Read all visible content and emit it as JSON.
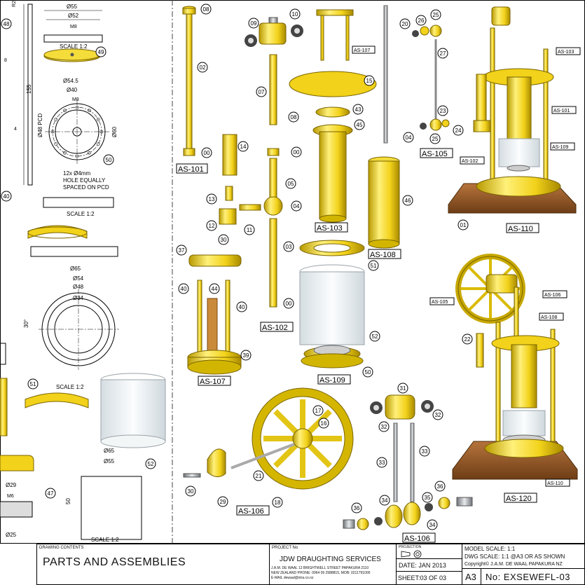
{
  "dims": {
    "d55_top": "Ø55",
    "d52_top": "Ø52",
    "m8_top": "M8",
    "scale_1": "SCALE 1:2",
    "d545": "Ø54.5",
    "d40_a": "Ø40",
    "m8_b": "M8",
    "d48pcd": "Ø48 PCD",
    "d60": "Ø60",
    "hole_note_1": "12x Ø4mm",
    "hole_note_2": "HOLE EQUALLY",
    "hole_note_3": "SPACED ON PCD",
    "scale_2": "SCALE 1:2",
    "d65_a": "Ø65",
    "d54": "Ø54",
    "d48": "Ø48",
    "d34": "Ø34",
    "ang30": "30°",
    "scale_3": "SCALE 1:2",
    "d65_b": "Ø65",
    "d55_b": "Ø55",
    "dim50": "50",
    "d29": "Ø29",
    "m6": "M6",
    "d25": "Ø25",
    "scale_4": "SCALE 1:2",
    "v155": "155",
    "v8": "8",
    "v4": "4",
    "r2": "R2"
  },
  "balloons": [
    "48",
    "49",
    "50",
    "40",
    "51",
    "47",
    "52",
    "08",
    "02",
    "00",
    "09",
    "10",
    "07",
    "08",
    "14",
    "13",
    "12",
    "00",
    "05",
    "04",
    "11",
    "03",
    "00",
    "37",
    "30",
    "40",
    "44",
    "40",
    "39",
    "15",
    "43",
    "45",
    "46",
    "51",
    "52",
    "50",
    "20",
    "26",
    "25",
    "27",
    "23",
    "24",
    "25",
    "04",
    "17",
    "16",
    "30",
    "29",
    "21",
    "18",
    "31",
    "32",
    "32",
    "33",
    "33",
    "36",
    "35",
    "34",
    "34",
    "36",
    "01",
    "22"
  ],
  "assembly_labels": {
    "as101": "AS-101",
    "as102": "AS-102",
    "as103": "AS-103",
    "as105": "AS-105",
    "as106a": "AS-106",
    "as106b": "AS-106",
    "as107": "AS-107",
    "as108": "AS-108",
    "as109": "AS-109",
    "as110": "AS-110",
    "as120": "AS-120",
    "ref107": "AS-107",
    "ref103": "AS-103",
    "ref101": "AS-101",
    "ref109": "AS-109",
    "ref102": "AS-102",
    "ref105": "AS-105",
    "ref106": "AS-106",
    "ref108": "AS-108",
    "ref110": "AS-110"
  },
  "title_block": {
    "drawing_contents_label": "DRAWING CONTENTS",
    "title": "PARTS AND ASSEMBLIES",
    "project_label": "PROJECT No",
    "company": "JDW DRAUGHTING SERVICES",
    "address_1": "J.A.M. DE WAAL 12 BRIGHTWELL STREET PAPAKURA 2110",
    "address_2": "NEW ZEALAND PHONE: 0064 09 2988815, MOB: 0211791000",
    "email": "E-MAIL dewaal@xtra.co.nz",
    "projection_label": "PROJECTION",
    "model_scale": "MODEL SCALE: 1:1",
    "dwg_scale": "DWG SCALE: 1:1 @A3 OR AS SHOWN",
    "copyright": "Copyright© J.A.M. DE WAAL PAPAKURA NZ",
    "date": "DATE: JAN 2013",
    "sheet": "SHEET:03 OF 03",
    "size": "A3",
    "number": "No: EXSEWEFL-03"
  },
  "colors": {
    "brass": "#f2d21a",
    "brass_dark": "#b99a00",
    "wood": "#9a5a2a",
    "glass": "#e6ecef",
    "steel": "#8d9094",
    "copper": "#c98a3a"
  }
}
